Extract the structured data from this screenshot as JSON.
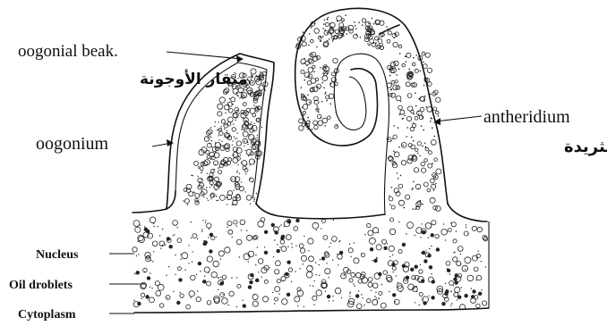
{
  "labels": {
    "oogonial_beak": "oogonial beak.",
    "oogonial_beak_ar": "منقار الأوجونة",
    "oogonium": "oogonium",
    "antheridium": "antheridium",
    "antheridium_ar": "أنثريدة",
    "nucleus": "Nucleus",
    "oil_droplets": "Oil droblets",
    "cytoplasm": "Cytoplasm"
  },
  "colors": {
    "ink": "#111111",
    "background": "#ffffff"
  }
}
